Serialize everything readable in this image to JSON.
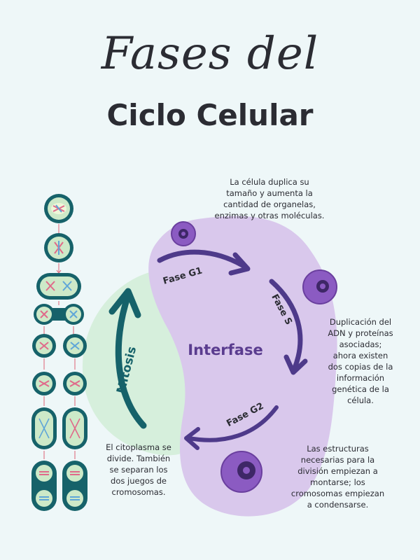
{
  "title": {
    "line1": "Fases del",
    "line2": "Ciclo Celular"
  },
  "labels": {
    "interphase": "Interfase",
    "g1": "Fase G1",
    "s": "Fase S",
    "g2": "Fase G2",
    "mitosis": "Mitosis"
  },
  "notes": {
    "g1": "La célula duplica su\ntamaño y aumenta la\ncantidad de organelas,\nenzimas y otras moléculas.",
    "s": "Duplicación del\nADN y proteínas\nasociadas;\nahora existen\ndos copias de la\ninformación\ngenética de la\ncélula.",
    "g2": "Las estructuras\nnecesarias para la\ndivisión empiezan a\nmontarse; los\ncromosomas empiezan\na condensarse.",
    "mitosis": "El citoplasma se\ndivide. También\nse separan los\ndos juegos de\ncromosomas."
  },
  "colors": {
    "background": "#eef7f8",
    "interphase_blob": "#d9c8ec",
    "mitosis_blob": "#d6efdc",
    "arrow_purple": "#4e3a8a",
    "arrow_teal": "#16626a",
    "cell_purple": "#8b5bc2"
  }
}
